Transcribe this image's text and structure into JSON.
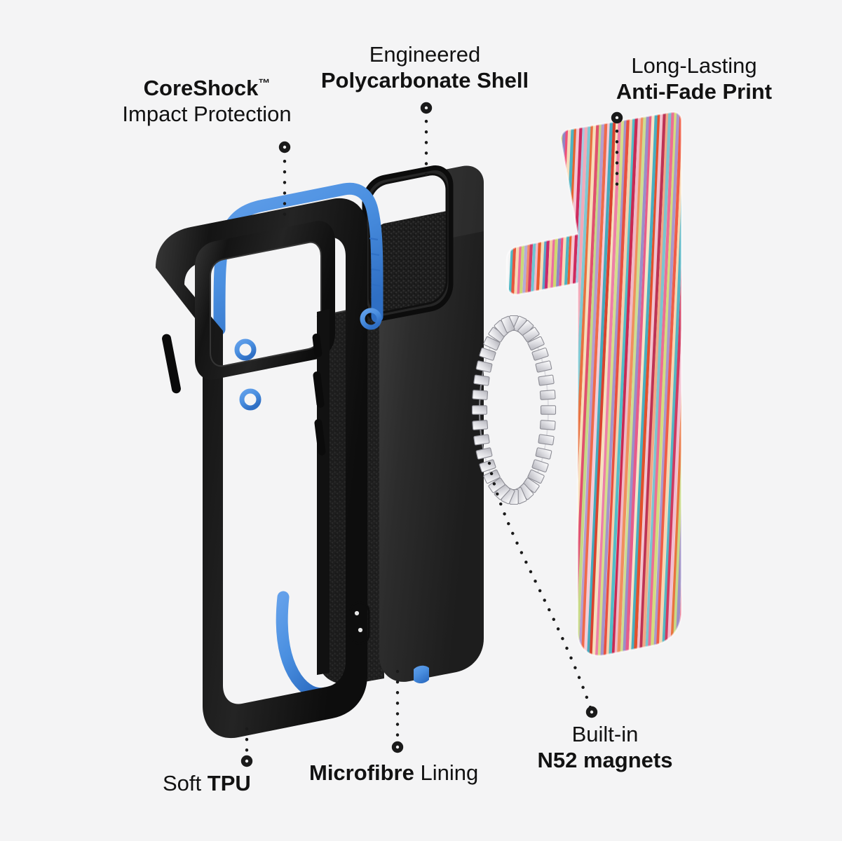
{
  "page": {
    "background_color": "#f4f4f5",
    "title": "Phone Case Exploded View Feature Diagram",
    "text_color": "#121212"
  },
  "palette": {
    "accent_blue": "#4a8fe0",
    "accent_blue_dark": "#2f6fc4",
    "shell_black": "#2b2b2b",
    "tpu_black": "#151515",
    "magnet_silver": "#e9e9ec",
    "leader_dot": "#1a1a1a"
  },
  "callouts": [
    {
      "id": "coreshock",
      "name": "callout-coreshock",
      "line1": "CoreShock",
      "trademark": "™",
      "line2": "Impact Protection",
      "line1_weight": "bold",
      "line2_weight": "regular",
      "target": "tpu-bumper-top-blue-accent"
    },
    {
      "id": "polycarbonate",
      "name": "callout-polycarbonate-shell",
      "line1": "Engineered",
      "line2": "Polycarbonate Shell",
      "line1_weight": "regular",
      "line2_weight": "bold",
      "target": "polycarbonate-shell-top-edge"
    },
    {
      "id": "antifade",
      "name": "callout-anti-fade-print",
      "line1": "Long-Lasting",
      "line2": "Anti-Fade Print",
      "line1_weight": "regular",
      "line2_weight": "bold",
      "target": "rainbow-print-top-edge"
    },
    {
      "id": "tpu",
      "name": "callout-soft-tpu",
      "text_regular": "Soft ",
      "text_bold": "TPU",
      "target": "tpu-bumper-bottom-edge"
    },
    {
      "id": "microfibre",
      "name": "callout-microfibre-lining",
      "text_bold": "Microfibre",
      "text_regular": " Lining",
      "target": "microfibre-lining-bottom-edge"
    },
    {
      "id": "n52",
      "name": "callout-n52-magnets",
      "line1": "Built-in",
      "line2": "N52 magnets",
      "line1_weight": "regular",
      "line2_weight": "bold",
      "target": "magnet-ring"
    }
  ],
  "layers": [
    {
      "name": "tpu-bumper",
      "label": "Soft TPU bumper frame",
      "color": "#151515",
      "accent": "#4a8fe0"
    },
    {
      "name": "polycarbonate-shell",
      "label": "Engineered polycarbonate shell",
      "color": "#2b2b2b"
    },
    {
      "name": "microfibre-lining",
      "label": "Microfibre lining",
      "color": "#1c1c1c"
    },
    {
      "name": "magnet-ring",
      "label": "Built-in N52 magnet ring",
      "color": "#e9e9ec",
      "segments": 36
    },
    {
      "name": "rainbow-print-shell",
      "label": "Long-lasting anti-fade rainbow stripe print"
    }
  ],
  "stripes": [
    "#4fb9c6",
    "#e8553c",
    "#f6d9b4",
    "#ef6f9a",
    "#c9d97a",
    "#b7a9d6",
    "#f08b6a",
    "#d03a6a",
    "#6fc6d3",
    "#f2b8c8",
    "#e85a2c",
    "#f7dcb6",
    "#5aa3c9",
    "#c9286a",
    "#f5c9a0",
    "#eb6ea0",
    "#cfd86e",
    "#8f86c4",
    "#ef4f7a",
    "#f6dbb8",
    "#4eb3c2",
    "#e6632f",
    "#f4c7d4",
    "#cf2a5e",
    "#a8c9e0",
    "#f2a9b8",
    "#7fc8d2",
    "#e8713f",
    "#f7ddb9",
    "#e05070",
    "#c6d884",
    "#b49cd0",
    "#ef6a4a",
    "#f3ccd8",
    "#45a9bd",
    "#d8422e",
    "#f6e0bd",
    "#ed7fa8",
    "#d6dd8a",
    "#a594cb",
    "#e8503f",
    "#f4cfae",
    "#52bcc8",
    "#c92a52",
    "#f0b9c6",
    "#f08f5e",
    "#cedd90",
    "#9b8ec9",
    "#e65c8a",
    "#f7e3c4",
    "#48aec1",
    "#e2502b",
    "#f2c2cf",
    "#bd3355",
    "#f0a986",
    "#7cc4cf",
    "#ec6f94",
    "#d4dc7e",
    "#ab97cd",
    "#ef5d46",
    "#f6d6b2",
    "#55b5c4",
    "#cf3a60",
    "#f2bed0",
    "#e9743f",
    "#c8d987",
    "#9d8fc6",
    "#ee5f7c",
    "#f7dfc0",
    "#4db2bf",
    "#8f3a32",
    "#f0c8a5",
    "#e9568c",
    "#cbd97f",
    "#6fb0d4",
    "#e0492c"
  ]
}
